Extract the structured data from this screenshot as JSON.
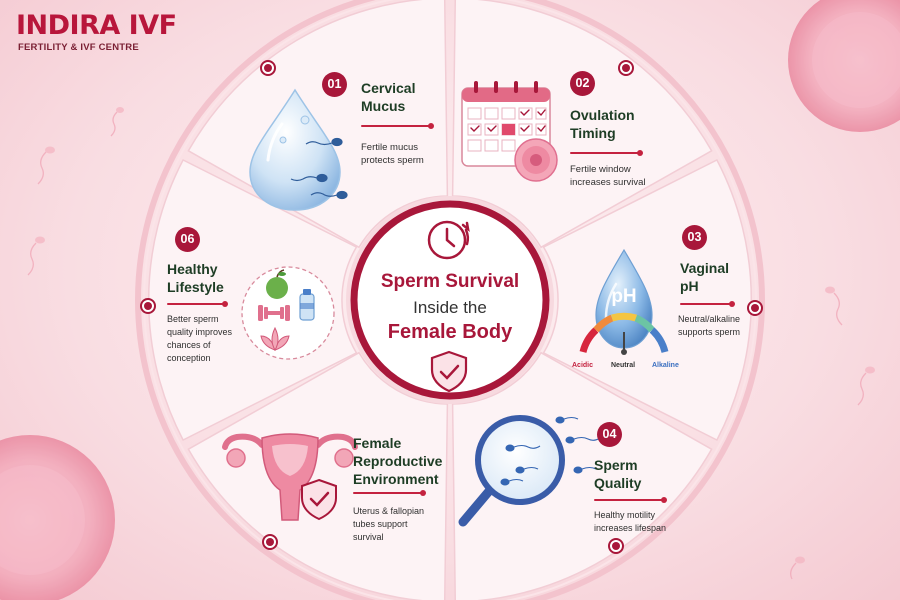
{
  "brand": {
    "name": "INDIRA IVF",
    "tagline": "FERTILITY & IVF CENTRE"
  },
  "center": {
    "line1": "Sperm Survival",
    "line2": "Inside the",
    "line3": "Female Body"
  },
  "factors": [
    {
      "number": "01",
      "title_line1": "Cervical",
      "title_line2": "Mucus",
      "desc_line1": "Fertile mucus",
      "desc_line2": "protects sperm"
    },
    {
      "number": "02",
      "title_line1": "Ovulation",
      "title_line2": "Timing",
      "desc_line1": "Fertile window",
      "desc_line2": "increases survival"
    },
    {
      "number": "03",
      "title_line1": "Vaginal",
      "title_line2": "pH",
      "desc_line1": "Neutral/alkaline",
      "desc_line2": "supports sperm"
    },
    {
      "number": "04",
      "title_line1": "Sperm",
      "title_line2": "Quality",
      "desc_line1": "Healthy motility",
      "desc_line2": "increases lifespan"
    },
    {
      "number": "",
      "title_line1": "Female",
      "title_line2": "Reproductive",
      "title_line3": "Environment",
      "desc_line1": "Uterus & fallopian",
      "desc_line2": "tubes support",
      "desc_line3": "survival"
    },
    {
      "number": "06",
      "title_line1": "Healthy",
      "title_line2": "Lifestyle",
      "desc_line1": "Better sperm",
      "desc_line2": "quality improves",
      "desc_line3": "chances of",
      "desc_line4": "conception"
    }
  ],
  "ph_gauge": {
    "icon_text": "pH",
    "label_acidic": "Acidic",
    "label_neutral": "Neutral",
    "label_alkaline": "Alkaline"
  },
  "colors": {
    "primary": "#a8173a",
    "accent": "#c4223f",
    "title_green": "#1e3d25",
    "background": "#f9dde2"
  }
}
